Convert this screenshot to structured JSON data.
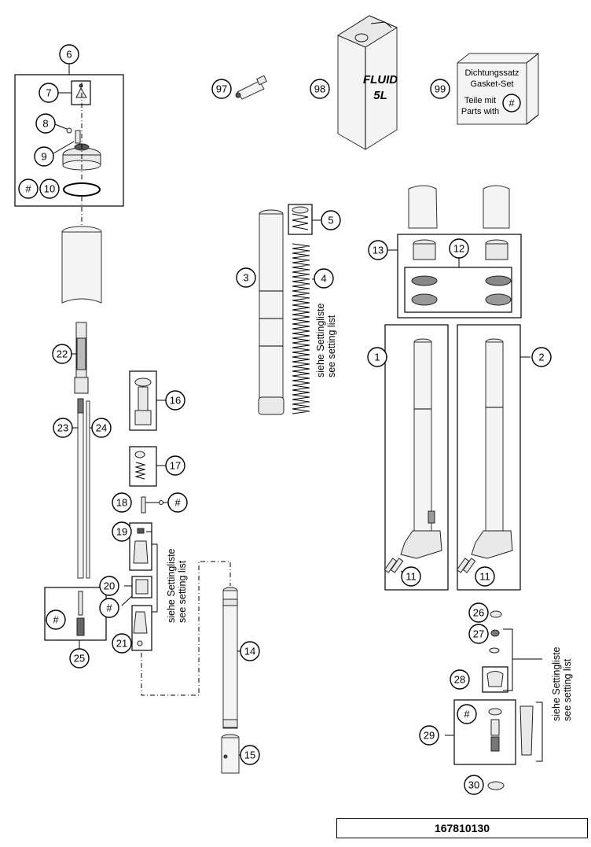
{
  "callouts": {
    "c1": "1",
    "c2": "2",
    "c3": "3",
    "c4": "4",
    "c5": "5",
    "c6": "6",
    "c7": "7",
    "c8": "8",
    "c9": "9",
    "c10": "10",
    "c11a": "11",
    "c11b": "11",
    "c12": "12",
    "c13": "13",
    "c14": "14",
    "c15": "15",
    "c16": "16",
    "c17": "17",
    "c18": "18",
    "c19": "19",
    "c20": "20",
    "c21": "21",
    "c22": "22",
    "c23": "23",
    "c24": "24",
    "c25": "25",
    "c26": "26",
    "c27": "27",
    "c28": "28",
    "c29": "29",
    "c30": "30",
    "c97": "97",
    "c98": "98",
    "c99": "99"
  },
  "hash_marker": "#",
  "setting_note": {
    "line1": "siehe Settingliste",
    "line2": "see setting list"
  },
  "fluid_can": {
    "line1": "FLUID",
    "line2": "5L"
  },
  "gasket_box": {
    "line1": "Dichtungssatz",
    "line2": "Gasket-Set",
    "line3": "Teile mit",
    "line4": "Parts with",
    "marker": "#"
  },
  "document_number": "167810130"
}
